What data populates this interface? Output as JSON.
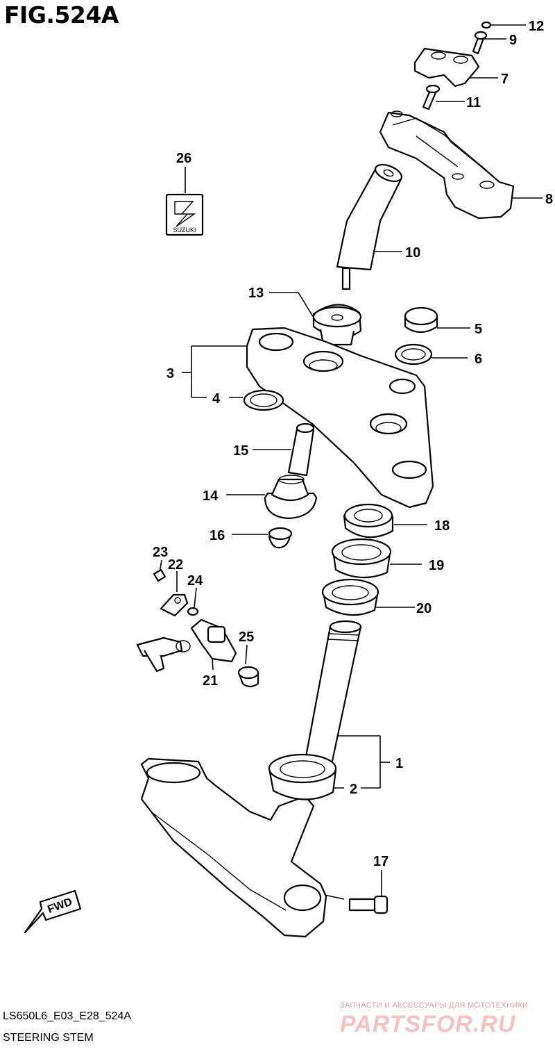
{
  "figure": {
    "title": "FIG.524A"
  },
  "footer": {
    "model_code": "LS650L6_E03_E28_524A",
    "section": "STEERING STEM"
  },
  "watermark": {
    "tagline": "ЗАПЧАСТИ И АКСЕССУАРЫ ДЛЯ МОТОТЕХНИКИ",
    "brand": "PARTSFOR.RU"
  },
  "emblem": {
    "text": "SUZUKI"
  },
  "fwd_label": "FWD",
  "callouts": [
    {
      "id": "c1",
      "label": "1"
    },
    {
      "id": "c2",
      "label": "2"
    },
    {
      "id": "c3",
      "label": "3"
    },
    {
      "id": "c4",
      "label": "4"
    },
    {
      "id": "c5",
      "label": "5"
    },
    {
      "id": "c6",
      "label": "6"
    },
    {
      "id": "c7",
      "label": "7"
    },
    {
      "id": "c8",
      "label": "8"
    },
    {
      "id": "c9",
      "label": "9"
    },
    {
      "id": "c10",
      "label": "10"
    },
    {
      "id": "c11",
      "label": "11"
    },
    {
      "id": "c12",
      "label": "12"
    },
    {
      "id": "c13",
      "label": "13"
    },
    {
      "id": "c14",
      "label": "14"
    },
    {
      "id": "c15",
      "label": "15"
    },
    {
      "id": "c16",
      "label": "16"
    },
    {
      "id": "c17",
      "label": "17"
    },
    {
      "id": "c18",
      "label": "18"
    },
    {
      "id": "c19",
      "label": "19"
    },
    {
      "id": "c20",
      "label": "20"
    },
    {
      "id": "c21",
      "label": "21"
    },
    {
      "id": "c22",
      "label": "22"
    },
    {
      "id": "c23",
      "label": "23"
    },
    {
      "id": "c24",
      "label": "24"
    },
    {
      "id": "c25",
      "label": "25"
    },
    {
      "id": "c26",
      "label": "26"
    }
  ]
}
